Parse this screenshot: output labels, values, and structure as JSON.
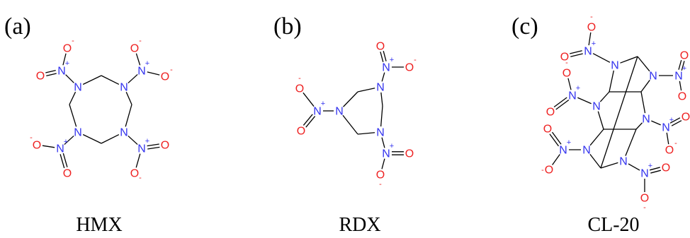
{
  "colors": {
    "nitrogen": "#3333ee",
    "oxygen": "#ee2222",
    "text": "#000000",
    "bond": "#000000",
    "background": "#ffffff"
  },
  "symbols": {
    "nitrogen": "N",
    "oxygen": "O",
    "plus": "+",
    "minus": "-"
  },
  "panels": [
    {
      "id": "a",
      "label": "(a)",
      "name": "HMX"
    },
    {
      "id": "b",
      "label": "(b)",
      "name": "RDX"
    },
    {
      "id": "c",
      "label": "(c)",
      "name": "CL-20"
    }
  ]
}
